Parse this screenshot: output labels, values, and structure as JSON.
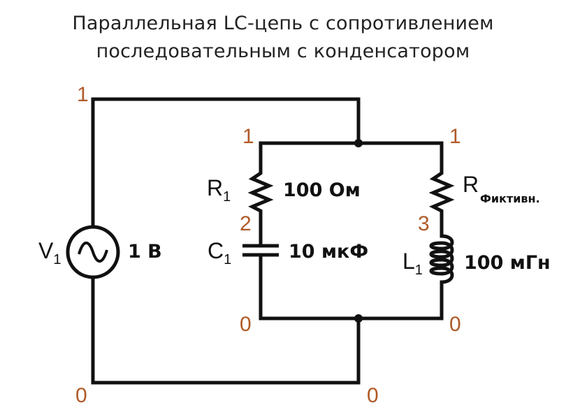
{
  "title": {
    "line1": "Параллельная LC-цепь с сопротивлением",
    "line2": "последовательным с конденсатором"
  },
  "components": {
    "source": {
      "name": "V",
      "index": "1",
      "value": "1 В"
    },
    "r1": {
      "name": "R",
      "index": "1",
      "value": "100 Ом"
    },
    "c1": {
      "name": "C",
      "index": "1",
      "value": "10 мкФ"
    },
    "rfict": {
      "name": "R",
      "index": "Фиктивн."
    },
    "l1": {
      "name": "L",
      "index": "1",
      "value": "100 мГн"
    }
  },
  "nodes": {
    "top_left": "1",
    "branch_left_top": "1",
    "branch_right_top": "1",
    "mid_left": "2",
    "mid_right": "3",
    "branch_left_bottom": "0",
    "branch_right_bottom": "0",
    "bottom_left": "0",
    "bottom_mid": "0"
  },
  "colors": {
    "node_label": "#b05a28",
    "wire": "#111111"
  }
}
